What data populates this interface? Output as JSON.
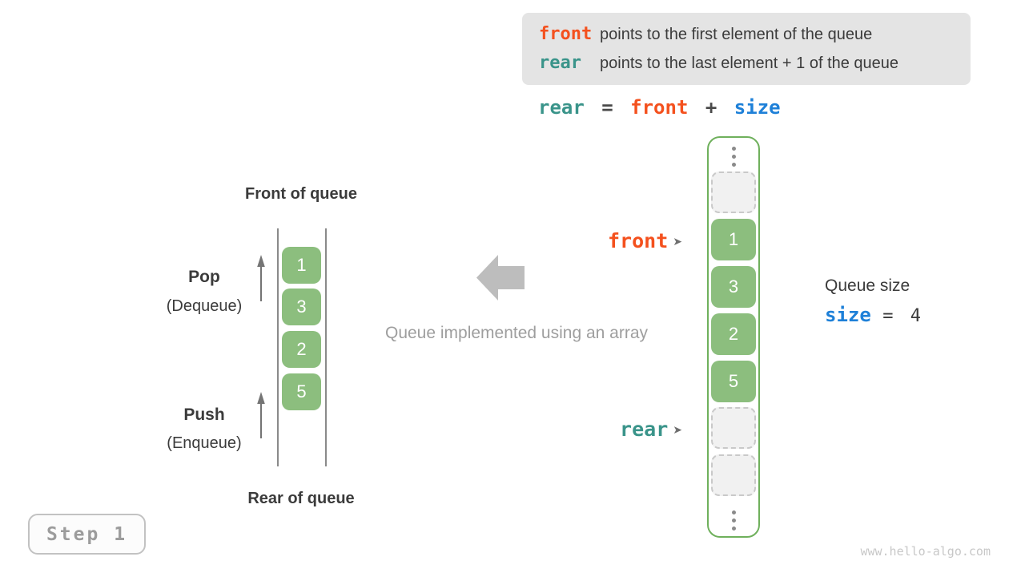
{
  "info_box": {
    "rows": [
      {
        "code": "front",
        "text": "points to the first element of the queue"
      },
      {
        "code": "rear",
        "text": "points to the last element + 1 of the queue"
      }
    ]
  },
  "formula": {
    "lhs": "rear",
    "eq": "=",
    "op1": "front",
    "plus": "+",
    "op2": "size"
  },
  "left_queue": {
    "front_label": "Front of queue",
    "rear_label": "Rear of queue",
    "pop": "Pop",
    "pop_sub": "(Dequeue)",
    "push": "Push",
    "push_sub": "(Enqueue)",
    "values": [
      "1",
      "3",
      "2",
      "5"
    ]
  },
  "middle": {
    "caption": "Queue implemented using an array"
  },
  "array": {
    "front_pointer": "front",
    "rear_pointer": "rear",
    "pointer_glyph": "➤",
    "values": [
      "1",
      "3",
      "2",
      "5"
    ]
  },
  "size_info": {
    "title": "Queue size",
    "var": "size",
    "rest": "= 4"
  },
  "step_badge": {
    "label": "Step 1"
  },
  "watermark": "www.hello-algo.com",
  "colors": {
    "front_orange": "#f4511e",
    "rear_teal": "#3a948a",
    "size_blue": "#1e80d8",
    "cell_green": "#8cbe7e",
    "array_border_green": "#6fb05c",
    "info_box_bg": "#e4e4e4",
    "muted_gray": "#9e9e9e",
    "block_arrow_gray": "#bdbdbd"
  }
}
